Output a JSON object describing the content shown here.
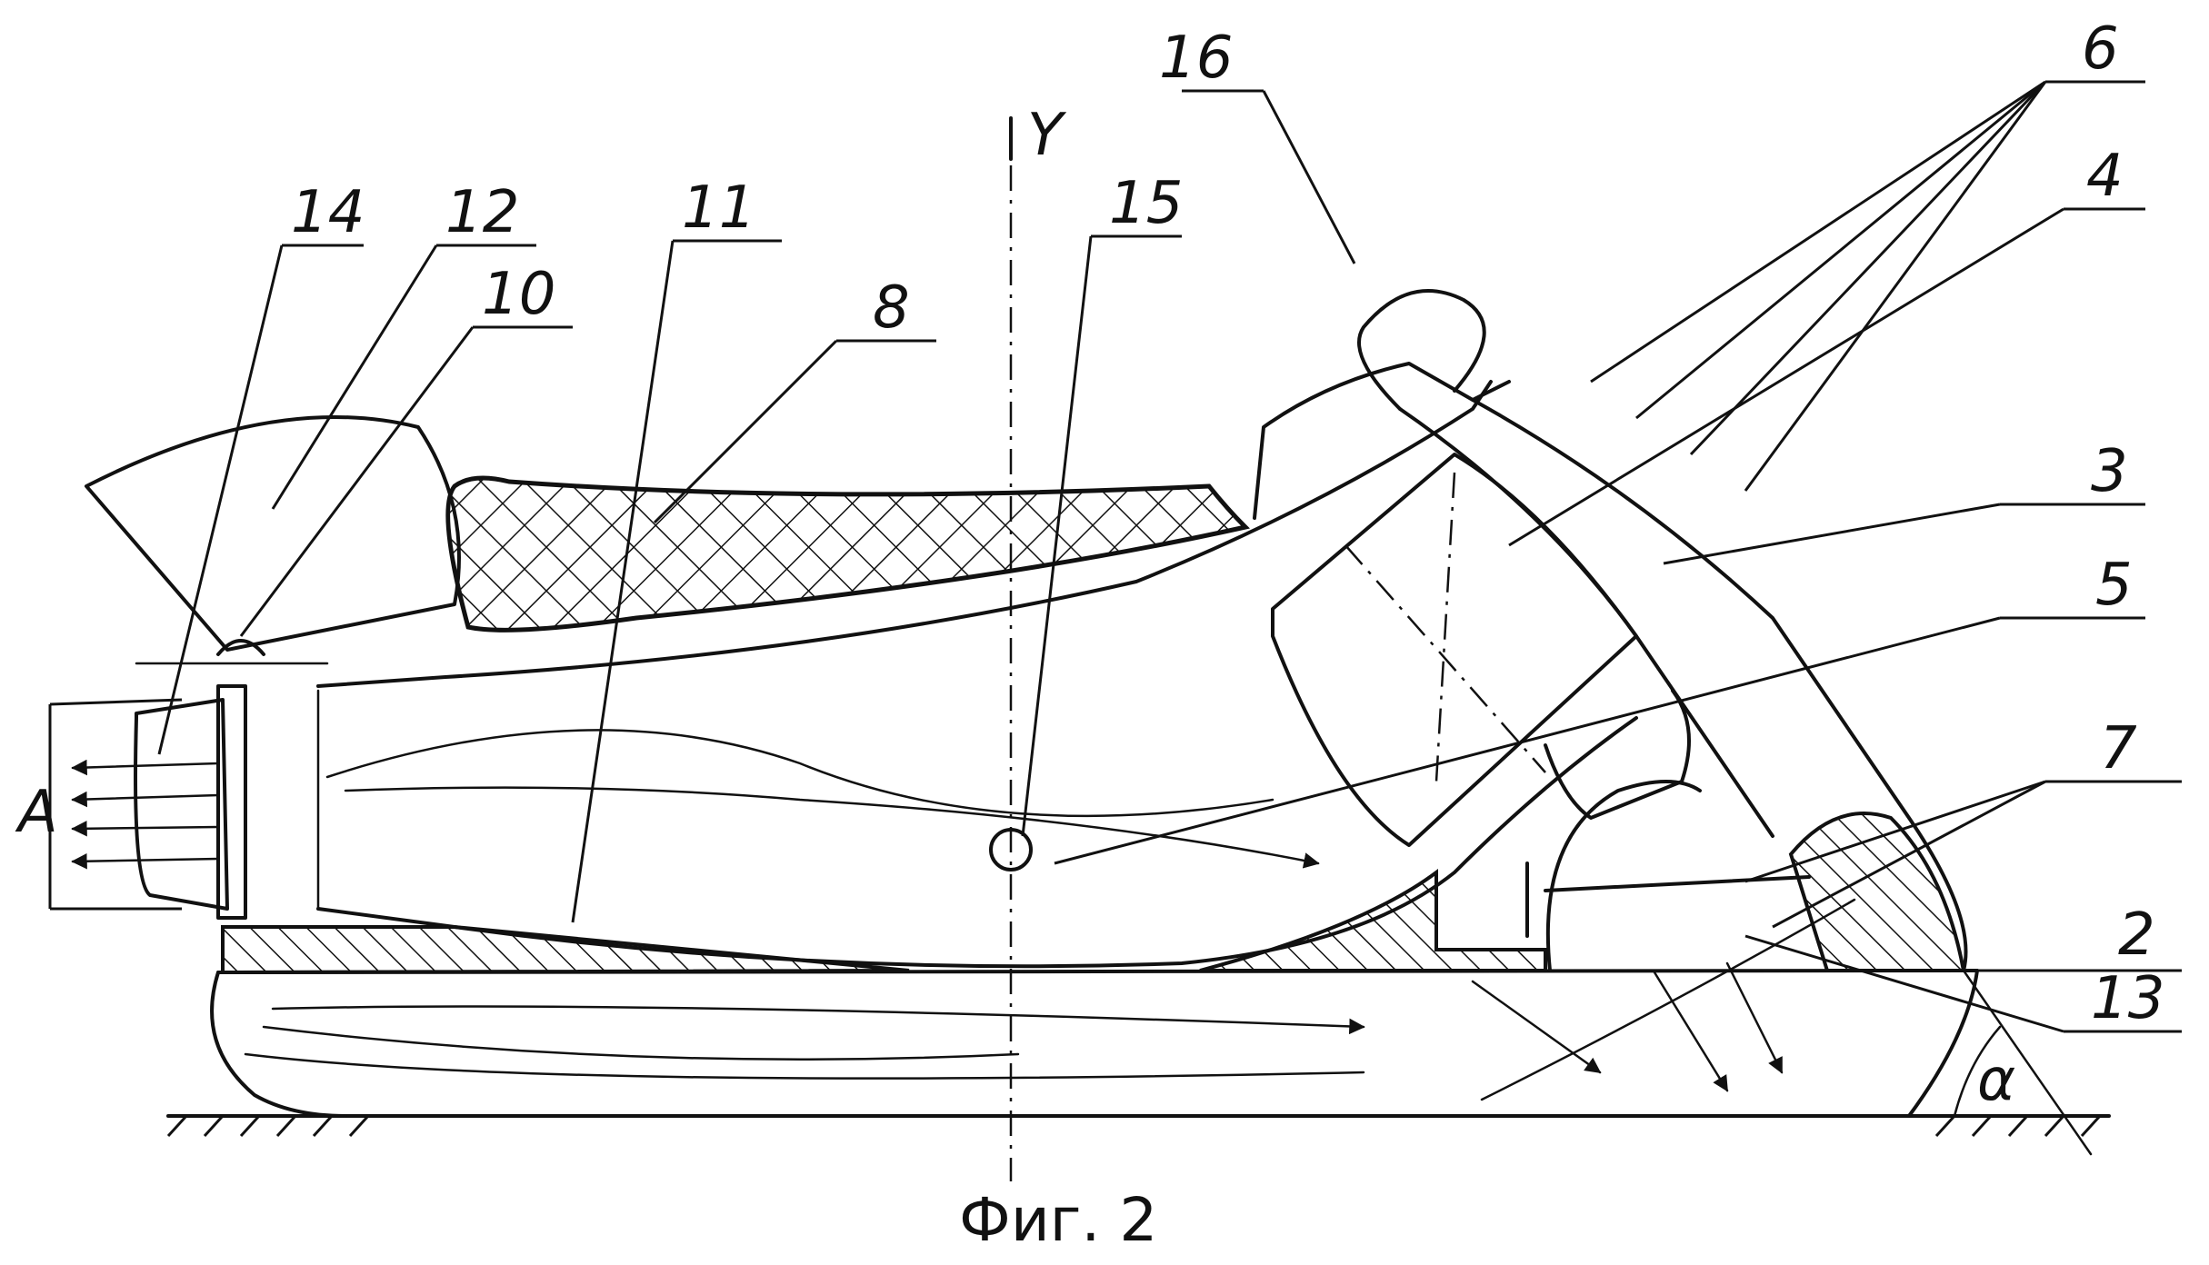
{
  "figure": {
    "caption": "Фиг. 2",
    "axis_label": "Y",
    "dimension_label": "A",
    "angle_label": "α"
  },
  "callouts": [
    {
      "id": "c1",
      "text": "16"
    },
    {
      "id": "c2",
      "text": "6"
    },
    {
      "id": "c3",
      "text": "15"
    },
    {
      "id": "c4",
      "text": "4"
    },
    {
      "id": "c5",
      "text": "14"
    },
    {
      "id": "c6",
      "text": "12"
    },
    {
      "id": "c7",
      "text": "11"
    },
    {
      "id": "c8",
      "text": "10"
    },
    {
      "id": "c9",
      "text": "8"
    },
    {
      "id": "c10",
      "text": "3"
    },
    {
      "id": "c11",
      "text": "5"
    },
    {
      "id": "c12",
      "text": "7"
    },
    {
      "id": "c13",
      "text": "2"
    },
    {
      "id": "c14",
      "text": "13"
    }
  ]
}
